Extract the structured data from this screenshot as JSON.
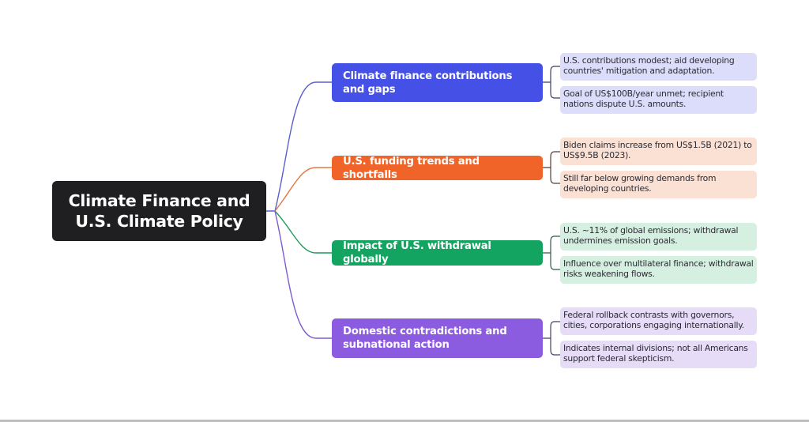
{
  "root": {
    "label_line1": "Climate Finance and",
    "label_line2": "U.S. Climate Policy",
    "color": "#1f1f21"
  },
  "branches": [
    {
      "label": "Climate finance contributions and gaps",
      "color": "#4551e6",
      "leaf_color": "#dcdcfb",
      "leaves": [
        "U.S. contributions modest; aid developing countries' mitigation and adaptation.",
        "Goal of US$100B/year unmet; recipient nations dispute U.S. amounts."
      ]
    },
    {
      "label": "U.S. funding trends and shortfalls",
      "color": "#f0642a",
      "leaf_color": "#fbe0d4",
      "leaves": [
        "Biden claims increase from US$1.5B (2021) to US$9.5B (2023).",
        "Still far below growing demands from developing countries."
      ]
    },
    {
      "label": "Impact of U.S. withdrawal globally",
      "color": "#14a461",
      "leaf_color": "#d5efe0",
      "leaves": [
        "U.S. ~11% of global emissions; withdrawal undermines emission goals.",
        "Influence over multilateral finance; withdrawal risks weakening flows."
      ]
    },
    {
      "label": "Domestic contradictions and subnational action",
      "color": "#8c5ce0",
      "leaf_color": "#e6dcf8",
      "leaves": [
        "Federal rollback contrasts with governors, cities, corporations engaging internationally.",
        "Indicates internal divisions; not all Americans support federal skepticism."
      ]
    }
  ]
}
